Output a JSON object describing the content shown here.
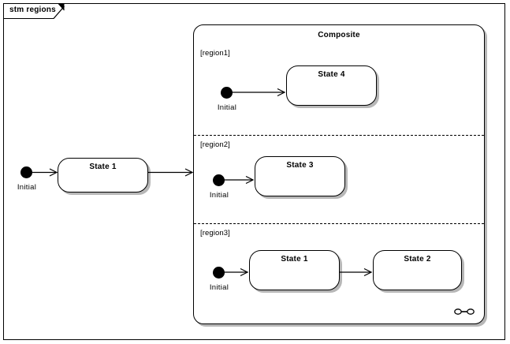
{
  "frame": {
    "title": "stm regions"
  },
  "composite": {
    "title": "Composite",
    "decomposition_icon": "composite-decomposition-icon"
  },
  "regions": [
    {
      "label": "[region1]",
      "initial": {
        "label": "Initial",
        "icon": "initial-pseudostate-icon"
      },
      "states": [
        {
          "label": "State 4"
        }
      ]
    },
    {
      "label": "[region2]",
      "initial": {
        "label": "Initial",
        "icon": "initial-pseudostate-icon"
      },
      "states": [
        {
          "label": "State 3"
        }
      ]
    },
    {
      "label": "[region3]",
      "initial": {
        "label": "Initial",
        "icon": "initial-pseudostate-icon"
      },
      "states": [
        {
          "label": "State 1"
        },
        {
          "label": "State 2"
        }
      ]
    }
  ],
  "top_level": {
    "initial": {
      "label": "Initial",
      "icon": "initial-pseudostate-icon"
    },
    "state": {
      "label": "State 1"
    }
  },
  "colors": {
    "line": "#000000",
    "fill": "#ffffff",
    "shadow": "#aaaaaa"
  }
}
